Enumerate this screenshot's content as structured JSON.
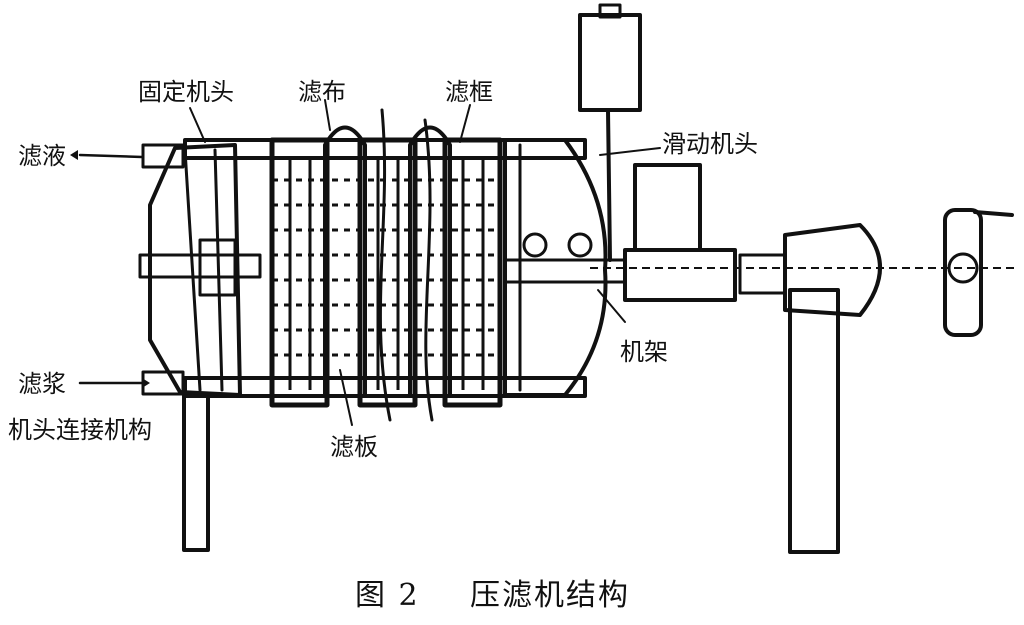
{
  "labels": {
    "fixed_head": "固定机头",
    "filter_cloth": "滤布",
    "filter_frame": "滤框",
    "sliding_head": "滑动机头",
    "filtrate": "滤液",
    "slurry": "滤浆",
    "head_connector": "机头连接机构",
    "filter_plate": "滤板",
    "machine_frame": "机架"
  },
  "caption": {
    "figure_no": "图 2",
    "title": "压滤机结构"
  }
}
